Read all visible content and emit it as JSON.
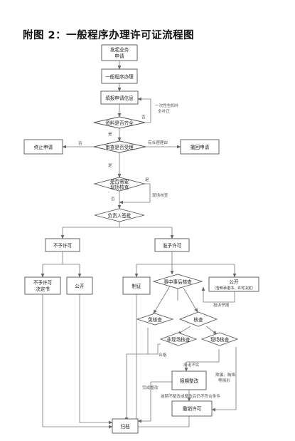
{
  "title": "附图 2：一般程序办理许可证流程图",
  "nodes": {
    "apply_1": "发起业务",
    "apply_2": "申请",
    "general": "一般程序办理",
    "fill": "填报申请信息",
    "complete": "资料是否齐全",
    "review": "审查是否受理",
    "terminate": "终止申请",
    "withdraw": "撤回申请",
    "need_check_1": "是否需要",
    "need_check_2": "现场核查",
    "leader": "负责人签批",
    "deny": "不予许可",
    "grant": "准予许可",
    "deny_decision_1": "不予许可",
    "deny_decision_2": "决定书",
    "publish_left": "公开",
    "make_cert": "制证",
    "post_check": "事中事后核查",
    "publish_right": "公开",
    "publish_right_note": "（告知承诺书、许可决定）",
    "no_check": "免核查",
    "check": "核查",
    "non_site": "非现场核查",
    "site": "现场核查",
    "rectify": "限期整改",
    "revoke": "撤销许可",
    "archive": "归档"
  },
  "labels": {
    "notify_1": "一次性告知补",
    "notify_2": "全补正",
    "no_a": "否",
    "no_b": "否",
    "yes_a": "是",
    "yes_b": "是",
    "yes_c": "是",
    "no_c": "否",
    "justified": "有合理理由",
    "site_check": "现场核查",
    "report": "投诉举报",
    "qualified": "合格",
    "false_promise": "承诺不实",
    "fraud_1": "欺骗、贿赂",
    "fraud_2": "等情形",
    "done_rectify": "完成整改",
    "fail_rectify": "逾期不整改或整改后仍不符合条件"
  }
}
